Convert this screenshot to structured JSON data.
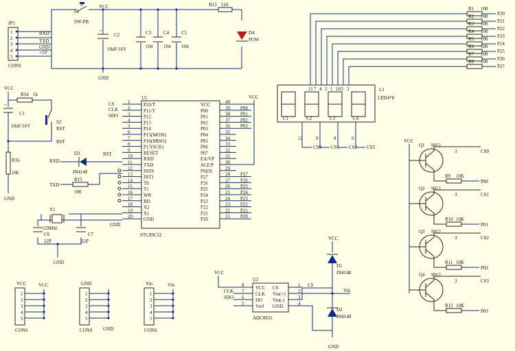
{
  "jp1": {
    "ref": "JP1",
    "name": "CONS",
    "pins": [
      "1",
      "2",
      "3",
      "4",
      "5"
    ],
    "nets": [
      "RXD",
      "TXD",
      "GND",
      "+5V"
    ]
  },
  "power": {
    "s1_ref": "S1",
    "s1_val": "SW-PB",
    "vcc": "VCC",
    "gnd": "GND",
    "c2_ref": "C2",
    "c2_val": "10uF/16V",
    "c3_ref": "C3",
    "c4_ref": "C4",
    "c5_ref": "C5",
    "cap_val": "104",
    "r13_ref": "R13",
    "r13_val": "510",
    "d4_ref": "D4",
    "d4_val": "POW"
  },
  "reset": {
    "vcc": "VCC",
    "r14_ref": "R14",
    "r14_val": "1k",
    "c1_ref": "C1",
    "c1_val": "10uF/16V",
    "s2_ref": "S2",
    "s2_val": "RST",
    "rst": "RST",
    "r16_ref": "R16",
    "r16_val": "10k",
    "gnd": "GND"
  },
  "u1": {
    "ref": "U1",
    "part": "STC89C52",
    "vcc_net": "VCC",
    "left_nets": [
      "CS",
      "CLK",
      "SDO"
    ],
    "left_pins": [
      {
        "num": "1",
        "name": "P10/T"
      },
      {
        "num": "2",
        "name": "P11/T"
      },
      {
        "num": "3",
        "name": "P12"
      },
      {
        "num": "4",
        "name": "P13"
      },
      {
        "num": "5",
        "name": "P14"
      },
      {
        "num": "6",
        "name": "P15(MOSI)"
      },
      {
        "num": "7",
        "name": "P16(MISO)"
      },
      {
        "num": "8",
        "name": "P17(SCK)"
      },
      {
        "num": "9",
        "name": "RESET"
      },
      {
        "num": "10",
        "name": "RXD"
      },
      {
        "num": "11",
        "name": "TXD"
      },
      {
        "num": "12",
        "name": "INT0"
      },
      {
        "num": "13",
        "name": "INT1"
      },
      {
        "num": "14",
        "name": "T0"
      },
      {
        "num": "15",
        "name": "T1"
      },
      {
        "num": "16",
        "name": "WR"
      },
      {
        "num": "17",
        "name": "RD"
      },
      {
        "num": "18",
        "name": "X2"
      },
      {
        "num": "19",
        "name": "X1"
      },
      {
        "num": "20",
        "name": "GND"
      }
    ],
    "right_pins": [
      {
        "num": "40",
        "name": "VCC",
        "net": ""
      },
      {
        "num": "39",
        "name": "P00",
        "net": "P00"
      },
      {
        "num": "38",
        "name": "P01",
        "net": "P01"
      },
      {
        "num": "37",
        "name": "P02",
        "net": "P02"
      },
      {
        "num": "36",
        "name": "P03",
        "net": "P03"
      },
      {
        "num": "35",
        "name": "P04",
        "net": ""
      },
      {
        "num": "34",
        "name": "P05",
        "net": ""
      },
      {
        "num": "33",
        "name": "P06",
        "net": ""
      },
      {
        "num": "32",
        "name": "P07",
        "net": ""
      },
      {
        "num": "31",
        "name": "EA/VP",
        "net": ""
      },
      {
        "num": "30",
        "name": "ALE/P",
        "net": ""
      },
      {
        "num": "29",
        "name": "PSEN",
        "net": ""
      },
      {
        "num": "28",
        "name": "P27",
        "net": "P27"
      },
      {
        "num": "27",
        "name": "P26",
        "net": "P26"
      },
      {
        "num": "26",
        "name": "P25",
        "net": "P25"
      },
      {
        "num": "25",
        "name": "P24",
        "net": "P24"
      },
      {
        "num": "24",
        "name": "P23",
        "net": "P23"
      },
      {
        "num": "23",
        "name": "P22",
        "net": "P22"
      },
      {
        "num": "22",
        "name": "P21",
        "net": "P21"
      },
      {
        "num": "21",
        "name": "P20",
        "net": "P20"
      }
    ],
    "rst_net": "RST",
    "rxd_net": "RXD",
    "txd_net": "TXD",
    "gnd_net": "GND",
    "d3_ref": "D3",
    "d3_val": "IN4148",
    "r15_ref": "R15",
    "r15_val": "100"
  },
  "crystal": {
    "y1_ref": "Y1",
    "y1_val": "12MHz",
    "c6_ref": "C6",
    "c7_ref": "C7",
    "cap_val": "22P",
    "gnd": "GND"
  },
  "display": {
    "ref": "L1",
    "part": "LED4*8",
    "top_pins": [
      "11",
      "7",
      "4",
      "2",
      "1",
      "10",
      "5",
      "3"
    ],
    "seg_pins": [
      "12",
      "9",
      "8",
      "6"
    ],
    "digits": [
      "C1",
      "C2",
      "C3",
      "C4"
    ],
    "cs_nets": [
      "CS0",
      "CS1",
      "CS2",
      "CS3"
    ]
  },
  "resistors": [
    {
      "ref": "R1",
      "val": "100",
      "net": "P20"
    },
    {
      "ref": "R2",
      "val": "100",
      "net": "P21"
    },
    {
      "ref": "R3",
      "val": "100",
      "net": "P22"
    },
    {
      "ref": "R4",
      "val": "100",
      "net": "P23"
    },
    {
      "ref": "R5",
      "val": "100",
      "net": "P24"
    },
    {
      "ref": "R6",
      "val": "100",
      "net": "P25"
    },
    {
      "ref": "R7",
      "val": "100",
      "net": "P26"
    },
    {
      "ref": "R8",
      "val": "100",
      "net": "P27"
    }
  ],
  "transistors": {
    "vcc": "VCC",
    "items": [
      {
        "ref": "Q1",
        "part": "9012",
        "cs": "CS0",
        "rref": "R9",
        "rval": "10K",
        "net": "P00"
      },
      {
        "ref": "Q2",
        "part": "9012",
        "cs": "CS1",
        "rref": "R10",
        "rval": "10K",
        "net": "P01"
      },
      {
        "ref": "Q3",
        "part": "9012",
        "cs": "CS2",
        "rref": "R11",
        "rval": "10K",
        "net": "P02"
      },
      {
        "ref": "Q4",
        "part": "9012",
        "cs": "CS3",
        "rref": "R12",
        "rval": "10K",
        "net": "P03"
      }
    ]
  },
  "adc": {
    "ref": "U2",
    "part": "ADC0831",
    "vcc": "VCC",
    "gnd": "GND",
    "left_pins": [
      {
        "num": "8",
        "name": "VCC",
        "net": ""
      },
      {
        "num": "7",
        "name": "CLK",
        "net": "CLK"
      },
      {
        "num": "6",
        "name": "DO",
        "net": "SDO"
      },
      {
        "num": "5",
        "name": "Vref",
        "net": ""
      }
    ],
    "right_pins": [
      {
        "num": "1",
        "name": "CS",
        "net": "CS"
      },
      {
        "num": "2",
        "name": "Vin(+)",
        "net": ""
      },
      {
        "num": "3",
        "name": "Vin(-)",
        "net": ""
      },
      {
        "num": "4",
        "name": "GND",
        "net": ""
      }
    ],
    "vin": "Vin",
    "d1_ref": "D1",
    "d1_val": "IN4148",
    "d2_ref": "D2",
    "d2_val": "IN4148"
  },
  "headers": [
    {
      "name": "CONS",
      "net": "VCC",
      "pins": [
        "1",
        "2",
        "3",
        "4",
        "5"
      ]
    },
    {
      "name": "CONS",
      "net": "GND",
      "pins": [
        "1",
        "2",
        "3",
        "4",
        "5"
      ]
    },
    {
      "name": "CONS",
      "net": "Vin",
      "pins": [
        "1",
        "2",
        "3",
        "4",
        "5"
      ]
    }
  ],
  "colors": {
    "wire": "#0b2a8a",
    "text": "#111111",
    "part": "#c01818",
    "bg": "#ffffe8"
  }
}
